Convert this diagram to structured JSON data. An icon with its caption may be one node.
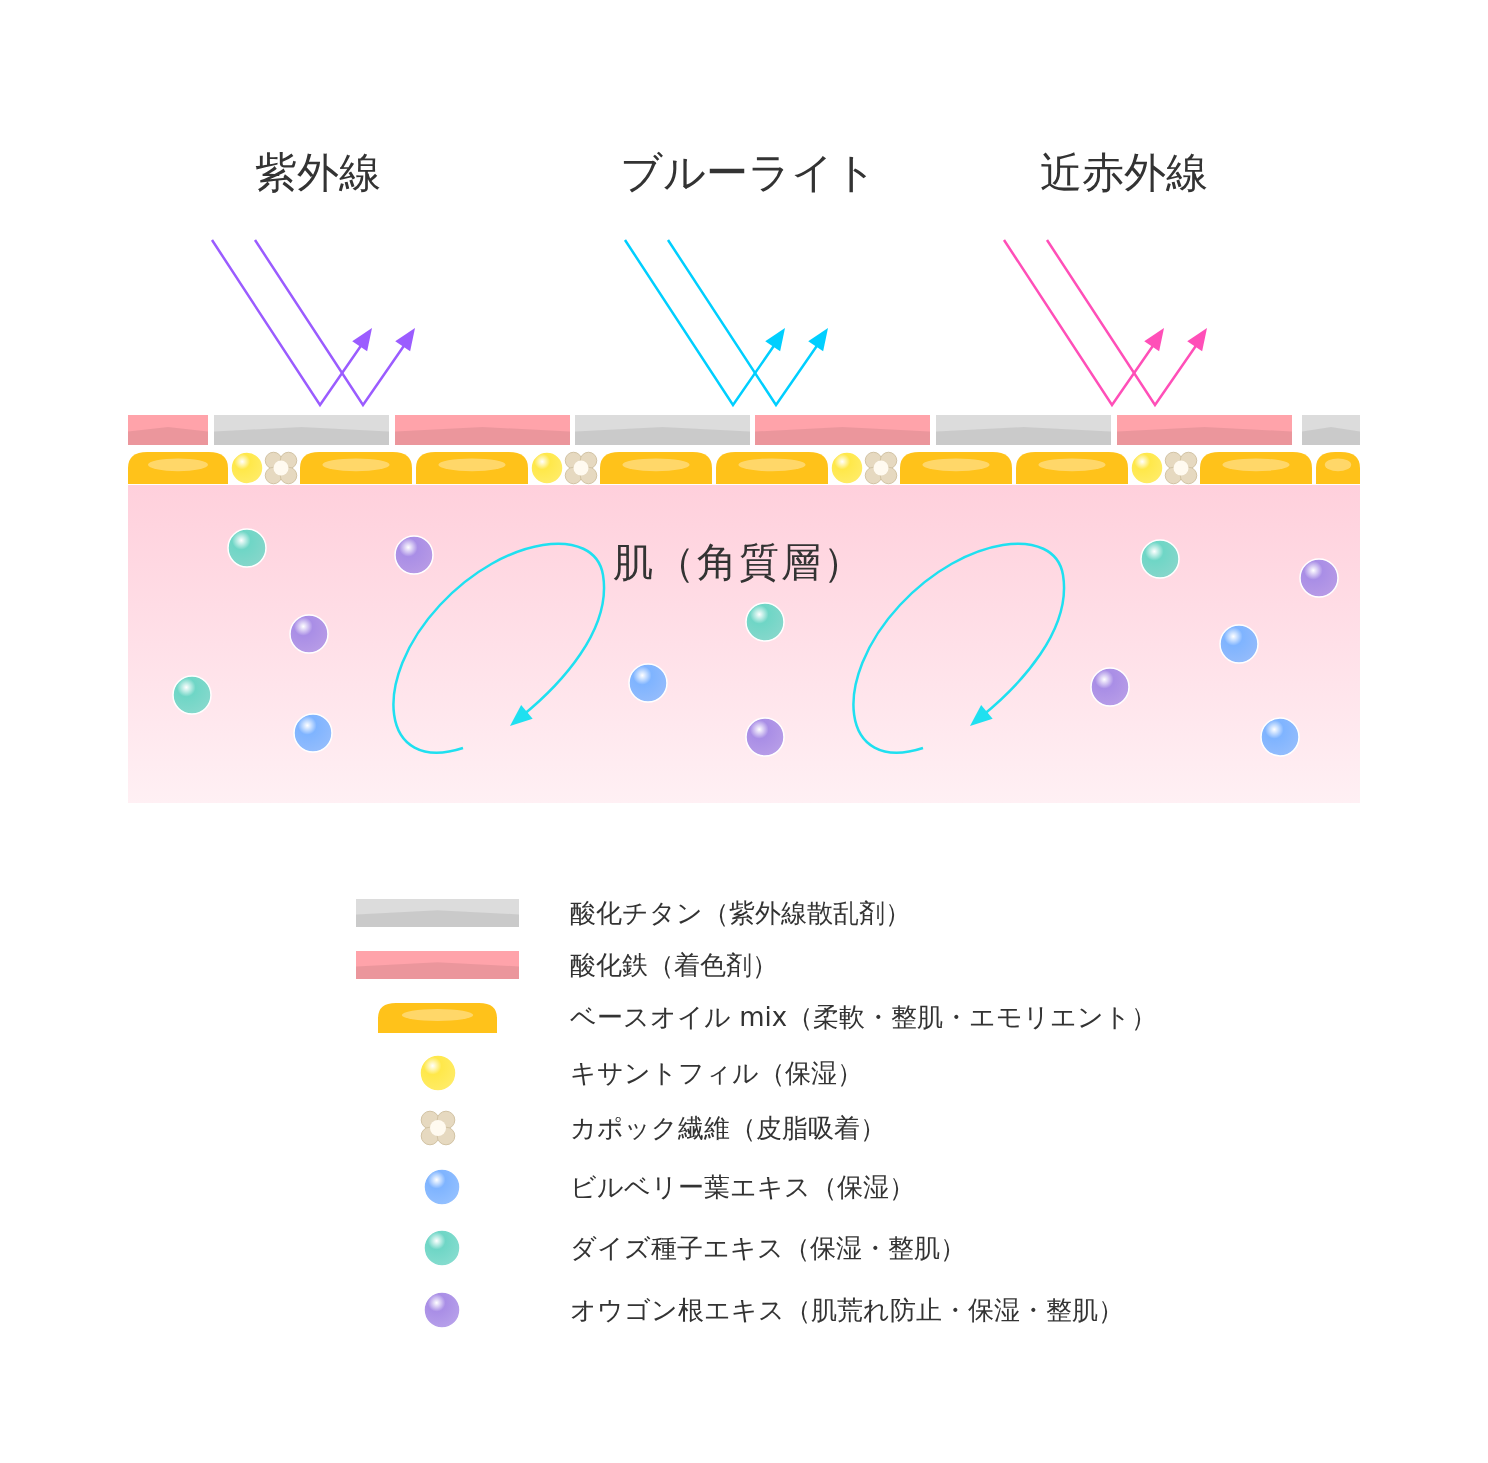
{
  "diagram": {
    "nodes": [
      {
        "text": [
          "肌（角質層）"
        ]
      }
    ],
    "edges": [],
    "labels": [
      "紫外線",
      "ブルーライト",
      "近赤外線"
    ],
    "legend": [
      {
        "text": "酸化チタン（紫外線散乱剤）",
        "color": "#dcdcdc"
      },
      {
        "text": "酸化鉄（着色剤）",
        "color": "#ffa3aa"
      },
      {
        "text": "ベースオイル mix（柔軟・整肌・エモリエント）",
        "color": "#ffc21a"
      },
      {
        "text": "キサントフィル（保湿）",
        "color": "#ffe84a"
      },
      {
        "text": "カポック繊維（皮脂吸着）",
        "color": "#e6d9c0"
      },
      {
        "text": "ビルベリー葉エキス（保湿）",
        "color": "#7fb4ff"
      },
      {
        "text": "ダイズ種子エキス（保湿・整肌）",
        "color": "#6fd6c6"
      },
      {
        "text": "オウゴン根エキス（肌荒れ防止・保湿・整肌）",
        "color": "#a98ee6"
      }
    ]
  }
}
